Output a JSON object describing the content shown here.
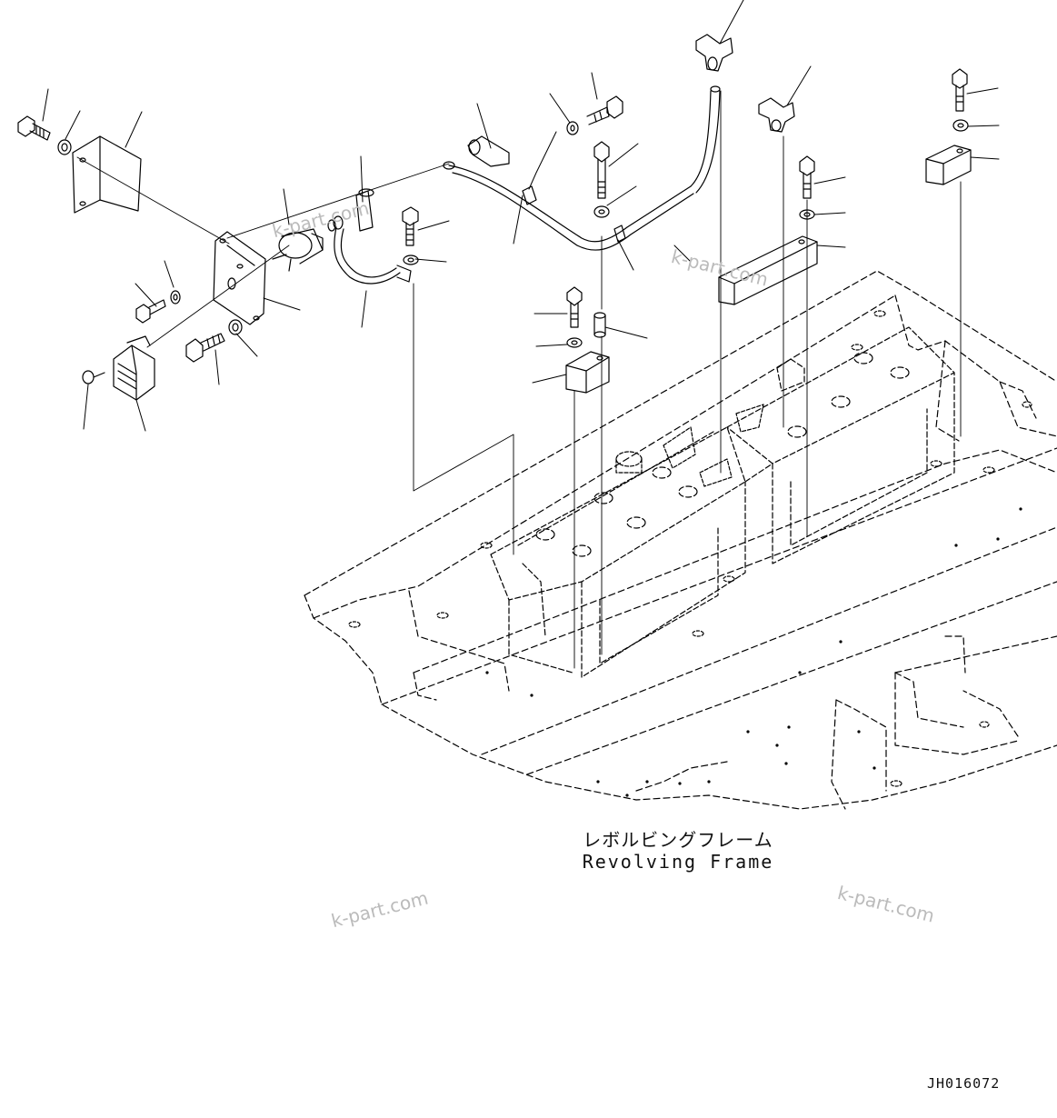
{
  "drawing": {
    "frame_label_jp": "レボルビングフレーム",
    "frame_label_en": "Revolving Frame",
    "drawing_code": "JH016072"
  },
  "watermark": {
    "text": "k-part.com"
  },
  "colors": {
    "line": "#000000",
    "watermark": "#bbbbbb",
    "background": "#ffffff"
  }
}
